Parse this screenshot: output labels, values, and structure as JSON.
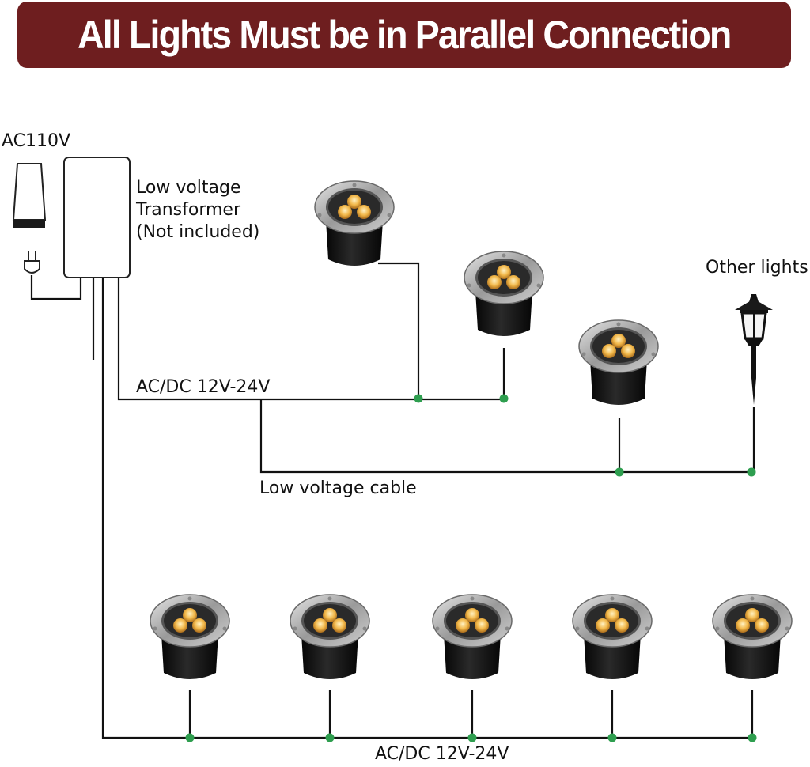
{
  "title": "All Lights Must be in Parallel Connection",
  "labels": {
    "power_source": "AC110V",
    "transformer_line1": "Low voltage",
    "transformer_line2": "Transformer",
    "transformer_line3": "(Not included)",
    "other_lights": "Other lights",
    "upper_bus": "AC/DC 12V-24V",
    "cable": "Low voltage cable",
    "lower_bus": "AC/DC 12V-24V"
  },
  "colors": {
    "banner": "#6e1e1f",
    "wire": "#111111",
    "junction": "#2e9e4f",
    "led": "#f2b84a",
    "light_body": "#141414",
    "light_ring": "#b9b9b9"
  },
  "icons": {
    "outlet": "wall-outlet-icon",
    "plug": "power-plug-icon",
    "transformer": "transformer-box-icon",
    "light": "in-ground-light-icon",
    "lamp": "garden-lantern-icon"
  }
}
